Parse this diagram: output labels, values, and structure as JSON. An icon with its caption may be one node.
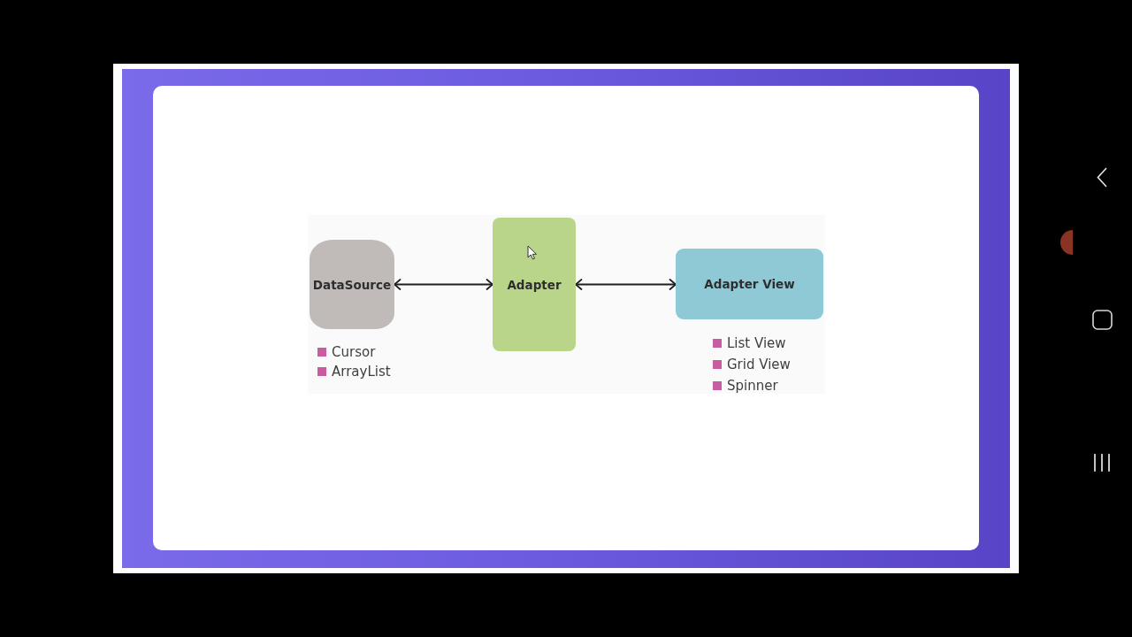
{
  "diagram": {
    "nodes": [
      {
        "text": [
          "DataSource"
        ],
        "beside": [
          "Cursor",
          "ArrayList"
        ]
      },
      {
        "text": [
          "Adapter"
        ]
      },
      {
        "text": [
          "Adapter View"
        ],
        "beside": [
          "List View",
          "Grid View",
          "Spinner"
        ]
      }
    ],
    "edges": [
      {
        "from": 0,
        "to": 1,
        "arrow": "both"
      },
      {
        "from": 1,
        "to": 2,
        "arrow": "both"
      }
    ]
  }
}
